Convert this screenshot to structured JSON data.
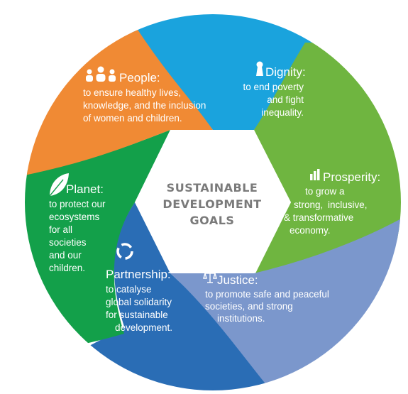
{
  "center": {
    "line1": "SUSTAINABLE",
    "line2": "DEVELOPMENT",
    "line3": "GOALS"
  },
  "segments": {
    "people": {
      "title": "People:",
      "icon": "people-icon",
      "color": "#f08a34",
      "lines": [
        "to ensure healthy lives,",
        "knowledge, and the inclusion",
        "of women and children."
      ]
    },
    "dignity": {
      "title": "Dignity:",
      "icon": "keyhole-icon",
      "color": "#1aa3dd",
      "lines": [
        "to end poverty",
        "and fight",
        "inequality."
      ]
    },
    "prosperity": {
      "title": "Prosperity:",
      "icon": "bar-chart-icon",
      "color": "#6fb540",
      "lines": [
        "to grow a",
        "strong,",
        "inclusive,",
        "& transformative",
        "economy."
      ]
    },
    "justice": {
      "title": "Justice:",
      "icon": "scales-icon",
      "color": "#7b97cc",
      "lines": [
        "to promote safe and peaceful",
        "societies, and strong",
        "institutions."
      ]
    },
    "partnership": {
      "title": "Partnership:",
      "icon": "cycle-arrows-icon",
      "color": "#2a6db5",
      "lines": [
        "to catalyse",
        "global solidarity",
        "for sustainable",
        "development."
      ]
    },
    "planet": {
      "title": "Planet:",
      "icon": "leaf-icon",
      "color": "#13a04a",
      "lines": [
        "to protect our",
        "ecosystems",
        "for all",
        "societies",
        "and our",
        "children."
      ]
    }
  }
}
